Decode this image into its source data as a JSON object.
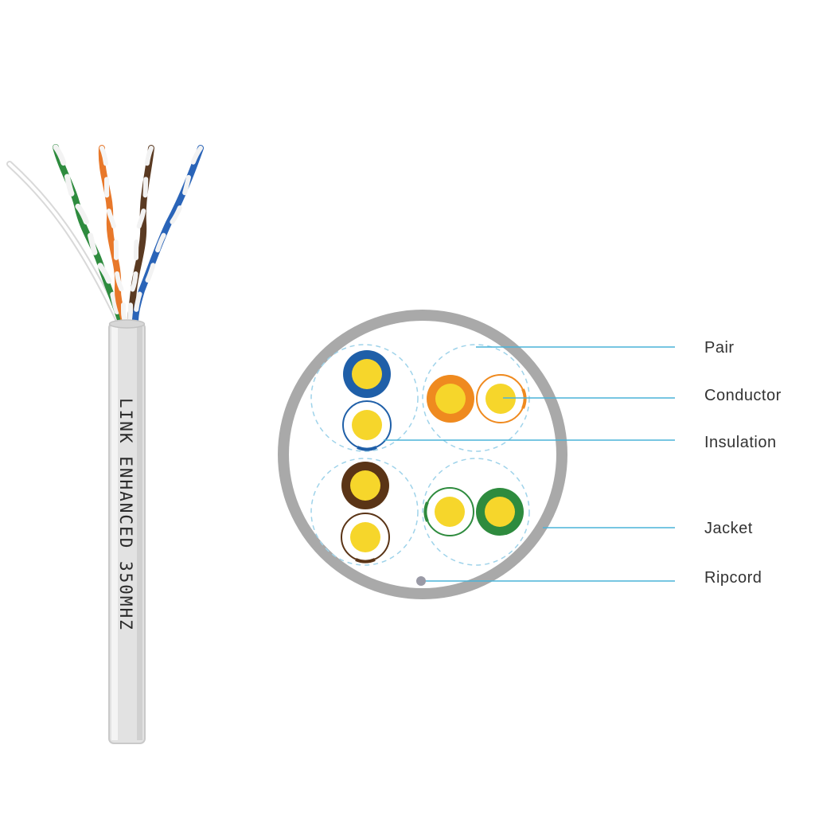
{
  "cable": {
    "print_text": "LINK ENHANCED 350MHZ",
    "jacket_color": "#e6e6e6",
    "wire_colors": [
      "#ffffff",
      "#2e8b3e",
      "#e8782a",
      "#5a3a22",
      "#2a64b8"
    ]
  },
  "cross_section": {
    "jacket_color": "#a9a9a9",
    "ripcord_color": "#9a9aa6",
    "conductor_color": "#f6d62b",
    "pair_colors": [
      "#1f5fa8",
      "#ef8a1f",
      "#5a3416",
      "#2e8b3e"
    ]
  },
  "callouts": {
    "line_color": "#4ab3d8",
    "labels": [
      "Pair",
      "Conductor",
      "Insulation",
      "Jacket",
      "Ripcord"
    ]
  }
}
